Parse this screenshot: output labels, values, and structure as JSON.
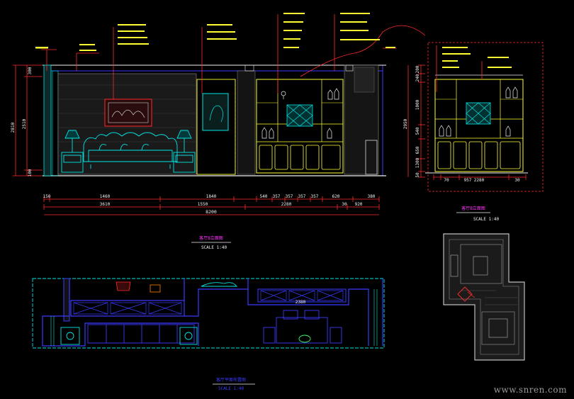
{
  "colors": {
    "background": "#000000",
    "red": "#ff2a2a",
    "yellow": "#ffff33",
    "cyan": "#00e5e5",
    "blue": "#3a3aff",
    "white": "#f2f2f2",
    "gray": "#8a8a8a",
    "green": "#33ff66",
    "magenta": "#ff33ff"
  },
  "elevation_main": {
    "height_dims_outer": [
      "2810"
    ],
    "height_dims_left": [
      "300",
      "2510",
      "100"
    ],
    "dims_row1": [
      "150",
      "1460",
      "1840",
      "540",
      "357",
      "357",
      "357",
      "357",
      "620",
      "380"
    ],
    "dims_row2": [
      "3610",
      "1550",
      "2280",
      "30",
      "920"
    ],
    "dim_total": "8200",
    "title": "客厅B立面图",
    "scale": "SCALE  1:40"
  },
  "elevation_right": {
    "height_dims": [
      "200",
      "240",
      "1000",
      "540",
      "650",
      "1300",
      "50"
    ],
    "height_total": "2950",
    "bottom_dims": [
      "70",
      "957",
      "2280",
      "30"
    ],
    "title": "客厅B立面图",
    "scale": "SCALE  1:40"
  },
  "plan_lower": {
    "dim": "2380",
    "title": "客厅平面布置图",
    "scale": "SCALE  1:40"
  },
  "watermark": "www.snren.com"
}
